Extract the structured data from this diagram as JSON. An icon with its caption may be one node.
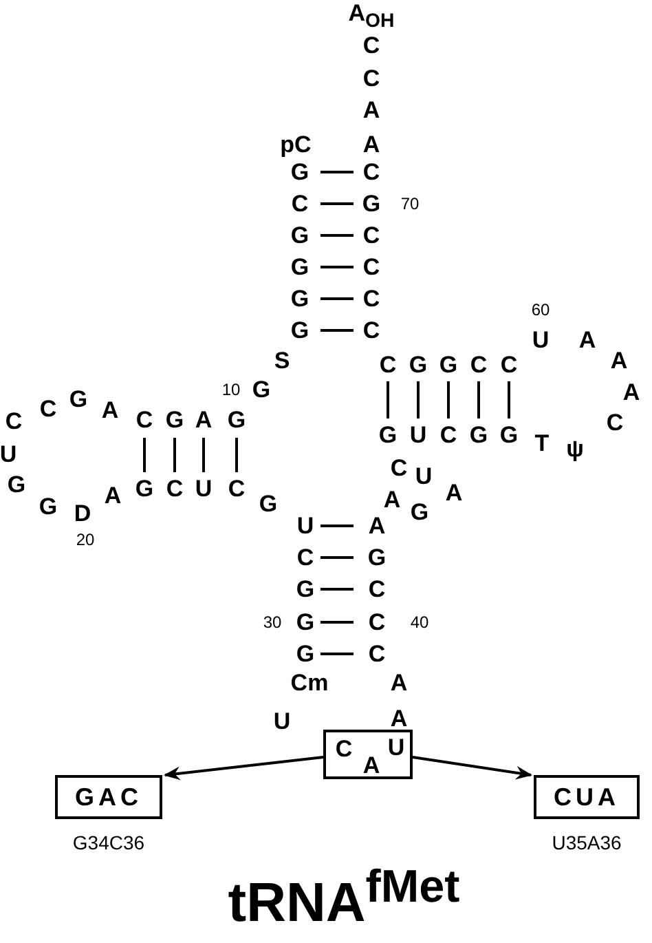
{
  "diagram": {
    "title": "tRNA$^{fMet}$",
    "nodes": [
      {
        "text": [
          "C",
          "A",
          "U"
        ]
      },
      {
        "text": [
          "GAC"
        ],
        "beside": [
          "G34C36"
        ]
      },
      {
        "text": [
          "CUA"
        ],
        "beside": [
          "U35A36"
        ]
      }
    ],
    "edges": [
      {
        "from": 0,
        "to": 1,
        "arrow": "to"
      },
      {
        "from": 0,
        "to": 2,
        "arrow": "to"
      }
    ],
    "labels": [
      "A$_{OH}$",
      "C",
      "C",
      "A",
      "pC",
      "A",
      "G",
      "C",
      "C",
      "G",
      "70",
      "G",
      "C",
      "G",
      "C",
      "G",
      "C",
      "G",
      "C",
      "60",
      "U",
      "A",
      "S",
      "C",
      "G",
      "G",
      "C",
      "C",
      "A",
      "10",
      "G",
      "A",
      "C",
      "C",
      "G",
      "A",
      "C",
      "G",
      "A",
      "G",
      "C",
      "U",
      "G",
      "U",
      "C",
      "G",
      "G",
      "T",
      "ψ",
      "G",
      "G",
      "D",
      "A",
      "G",
      "C",
      "U",
      "C",
      "G",
      "A",
      "C",
      "G",
      "U",
      "A",
      "20",
      "U",
      "A",
      "C",
      "G",
      "G",
      "C",
      "30",
      "G",
      "C",
      "40",
      "G",
      "C",
      "Cm",
      "A",
      "U",
      "A"
    ]
  }
}
